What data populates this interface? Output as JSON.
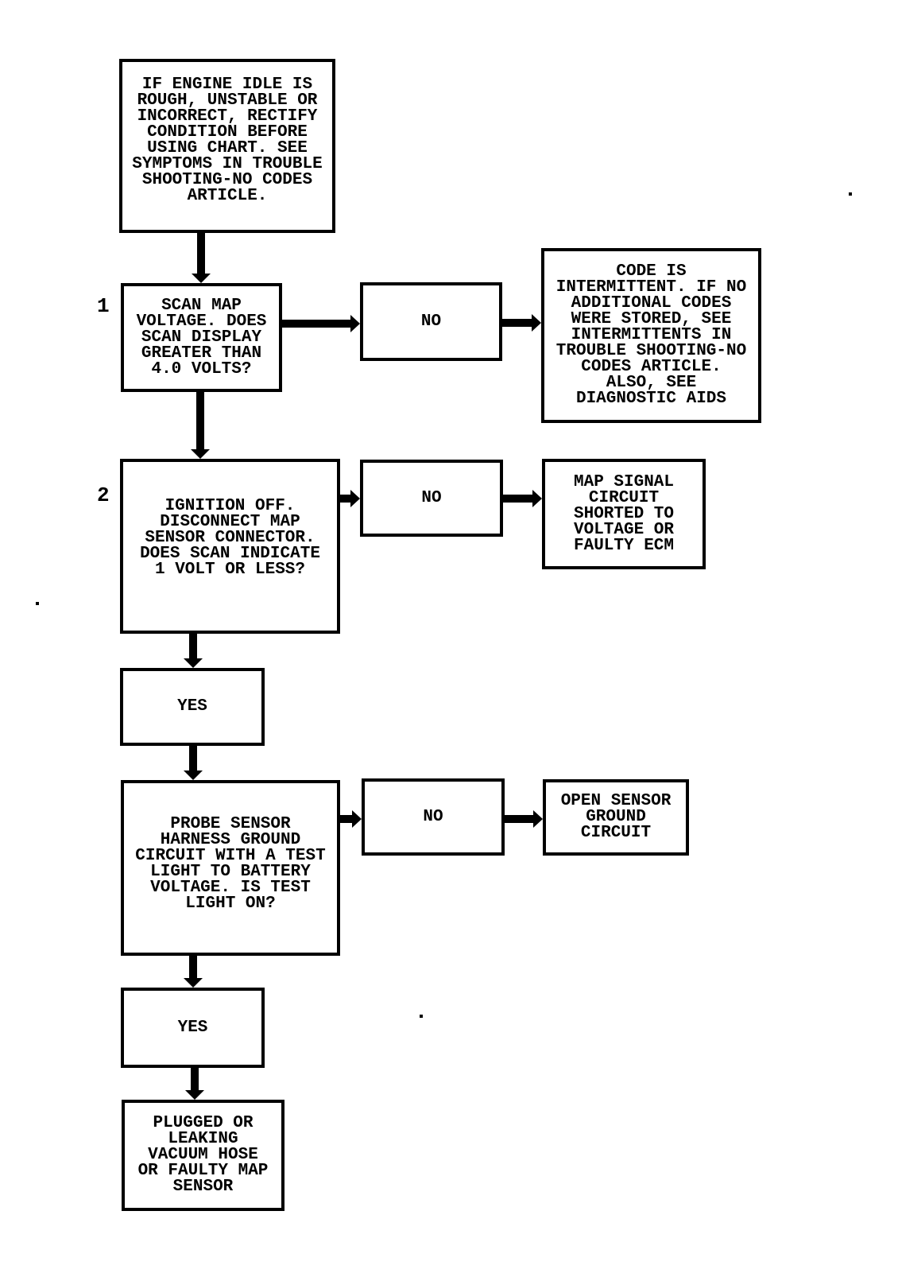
{
  "diagram_type": "automotive diagnostic troubleshooting flowchart (MAP sensor)",
  "colors": {
    "ink": "#000000",
    "paper": "#ffffff"
  },
  "step_labels": {
    "step1": "1",
    "step2": "2"
  },
  "boxes": {
    "precondition": {
      "text": "IF ENGINE IDLE IS\nROUGH, UNSTABLE OR\nINCORRECT, RECTIFY\nCONDITION BEFORE\nUSING CHART. SEE\nSYMPTOMS IN TROUBLE\nSHOOTING-NO CODES\nARTICLE."
    },
    "step1": {
      "text": "SCAN MAP\nVOLTAGE. DOES\nSCAN DISPLAY\nGREATER THAN\n4.0 VOLTS?"
    },
    "no1": {
      "text": "NO"
    },
    "intermittent": {
      "text": "CODE IS\nINTERMITTENT. IF NO\nADDITIONAL CODES\nWERE STORED, SEE\nINTERMITTENTS IN\nTROUBLE SHOOTING-NO\nCODES ARTICLE.\nALSO, SEE\nDIAGNOSTIC AIDS"
    },
    "step2": {
      "text": "IGNITION OFF.\nDISCONNECT MAP\nSENSOR CONNECTOR.\nDOES SCAN INDICATE\n1 VOLT OR LESS?"
    },
    "no2": {
      "text": "NO"
    },
    "map_signal": {
      "text": "MAP SIGNAL\nCIRCUIT\nSHORTED TO\nVOLTAGE OR\nFAULTY ECM"
    },
    "yes1": {
      "text": "YES"
    },
    "probe": {
      "text": "PROBE SENSOR\nHARNESS GROUND\nCIRCUIT WITH A TEST\nLIGHT TO BATTERY\nVOLTAGE. IS TEST\nLIGHT ON?"
    },
    "no3": {
      "text": "NO"
    },
    "open_ground": {
      "text": "OPEN SENSOR\nGROUND\nCIRCUIT"
    },
    "yes2": {
      "text": "YES"
    },
    "plugged": {
      "text": "PLUGGED OR\nLEAKING\nVACUUM HOSE\nOR FAULTY MAP\nSENSOR"
    }
  }
}
